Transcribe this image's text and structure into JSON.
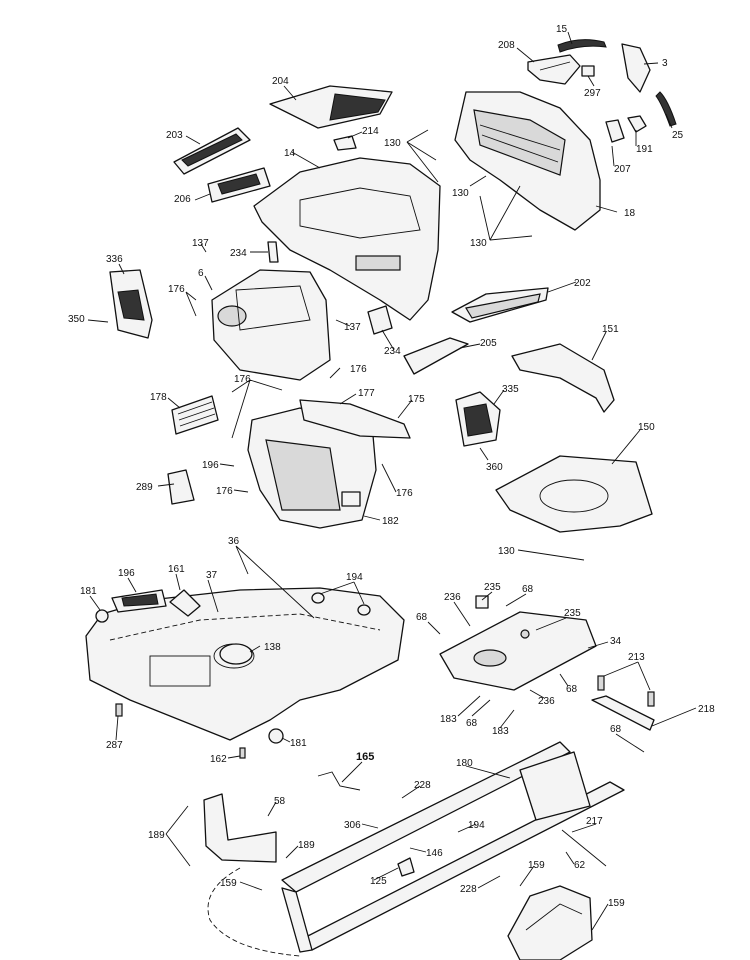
{
  "diagram": {
    "callouts": [
      {
        "id": "c15",
        "text": "15"
      },
      {
        "id": "c208",
        "text": "208"
      },
      {
        "id": "c3",
        "text": "3"
      },
      {
        "id": "c297",
        "text": "297"
      },
      {
        "id": "c25",
        "text": "25"
      },
      {
        "id": "c204",
        "text": "204"
      },
      {
        "id": "c130a",
        "text": "130"
      },
      {
        "id": "c214",
        "text": "214"
      },
      {
        "id": "c203",
        "text": "203"
      },
      {
        "id": "c14",
        "text": "14"
      },
      {
        "id": "c191",
        "text": "191"
      },
      {
        "id": "c207",
        "text": "207"
      },
      {
        "id": "c130b",
        "text": "130"
      },
      {
        "id": "c206",
        "text": "206"
      },
      {
        "id": "c18",
        "text": "18"
      },
      {
        "id": "c130c",
        "text": "130"
      },
      {
        "id": "c137a",
        "text": "137"
      },
      {
        "id": "c234a",
        "text": "234"
      },
      {
        "id": "c336",
        "text": "336"
      },
      {
        "id": "c6",
        "text": "6"
      },
      {
        "id": "c202",
        "text": "202"
      },
      {
        "id": "c176a",
        "text": "176"
      },
      {
        "id": "c350a",
        "text": "350"
      },
      {
        "id": "c137b",
        "text": "137"
      },
      {
        "id": "c151",
        "text": "151"
      },
      {
        "id": "c234b",
        "text": "234"
      },
      {
        "id": "c205",
        "text": "205"
      },
      {
        "id": "c176b",
        "text": "176"
      },
      {
        "id": "c176c",
        "text": "176"
      },
      {
        "id": "c335",
        "text": "335"
      },
      {
        "id": "c178",
        "text": "178"
      },
      {
        "id": "c177",
        "text": "177"
      },
      {
        "id": "c175",
        "text": "175"
      },
      {
        "id": "c150",
        "text": "150"
      },
      {
        "id": "c196a",
        "text": "196"
      },
      {
        "id": "c360",
        "text": "360"
      },
      {
        "id": "c289",
        "text": "289"
      },
      {
        "id": "c176d",
        "text": "176"
      },
      {
        "id": "c176e",
        "text": "176"
      },
      {
        "id": "c182",
        "text": "182"
      },
      {
        "id": "c130d",
        "text": "130"
      },
      {
        "id": "c36",
        "text": "36"
      },
      {
        "id": "c196b",
        "text": "196"
      },
      {
        "id": "c161",
        "text": "161"
      },
      {
        "id": "c37",
        "text": "37"
      },
      {
        "id": "c181a",
        "text": "181"
      },
      {
        "id": "c194a",
        "text": "194"
      },
      {
        "id": "c235a",
        "text": "235"
      },
      {
        "id": "c236a",
        "text": "236"
      },
      {
        "id": "c68a",
        "text": "68"
      },
      {
        "id": "c235b",
        "text": "235"
      },
      {
        "id": "c68b",
        "text": "68"
      },
      {
        "id": "c34",
        "text": "34"
      },
      {
        "id": "c138",
        "text": "138"
      },
      {
        "id": "c213",
        "text": "213"
      },
      {
        "id": "c68c",
        "text": "68"
      },
      {
        "id": "c236b",
        "text": "236"
      },
      {
        "id": "c183a",
        "text": "183"
      },
      {
        "id": "c68d",
        "text": "68"
      },
      {
        "id": "c183b",
        "text": "183"
      },
      {
        "id": "c218",
        "text": "218"
      },
      {
        "id": "c68e",
        "text": "68"
      },
      {
        "id": "c287",
        "text": "287"
      },
      {
        "id": "c162",
        "text": "162"
      },
      {
        "id": "c181b",
        "text": "181"
      },
      {
        "id": "c165",
        "text": "165"
      },
      {
        "id": "c180",
        "text": "180"
      },
      {
        "id": "c228a",
        "text": "228"
      },
      {
        "id": "c58",
        "text": "58"
      },
      {
        "id": "c217",
        "text": "217"
      },
      {
        "id": "c306",
        "text": "306"
      },
      {
        "id": "c194b",
        "text": "194"
      },
      {
        "id": "c189a",
        "text": "189"
      },
      {
        "id": "c146",
        "text": "146"
      },
      {
        "id": "c189b",
        "text": "189"
      },
      {
        "id": "c62",
        "text": "62"
      },
      {
        "id": "c125",
        "text": "125"
      },
      {
        "id": "c159a",
        "text": "159"
      },
      {
        "id": "c159b",
        "text": "159"
      },
      {
        "id": "c228b",
        "text": "228"
      },
      {
        "id": "c159c",
        "text": "159"
      }
    ]
  }
}
